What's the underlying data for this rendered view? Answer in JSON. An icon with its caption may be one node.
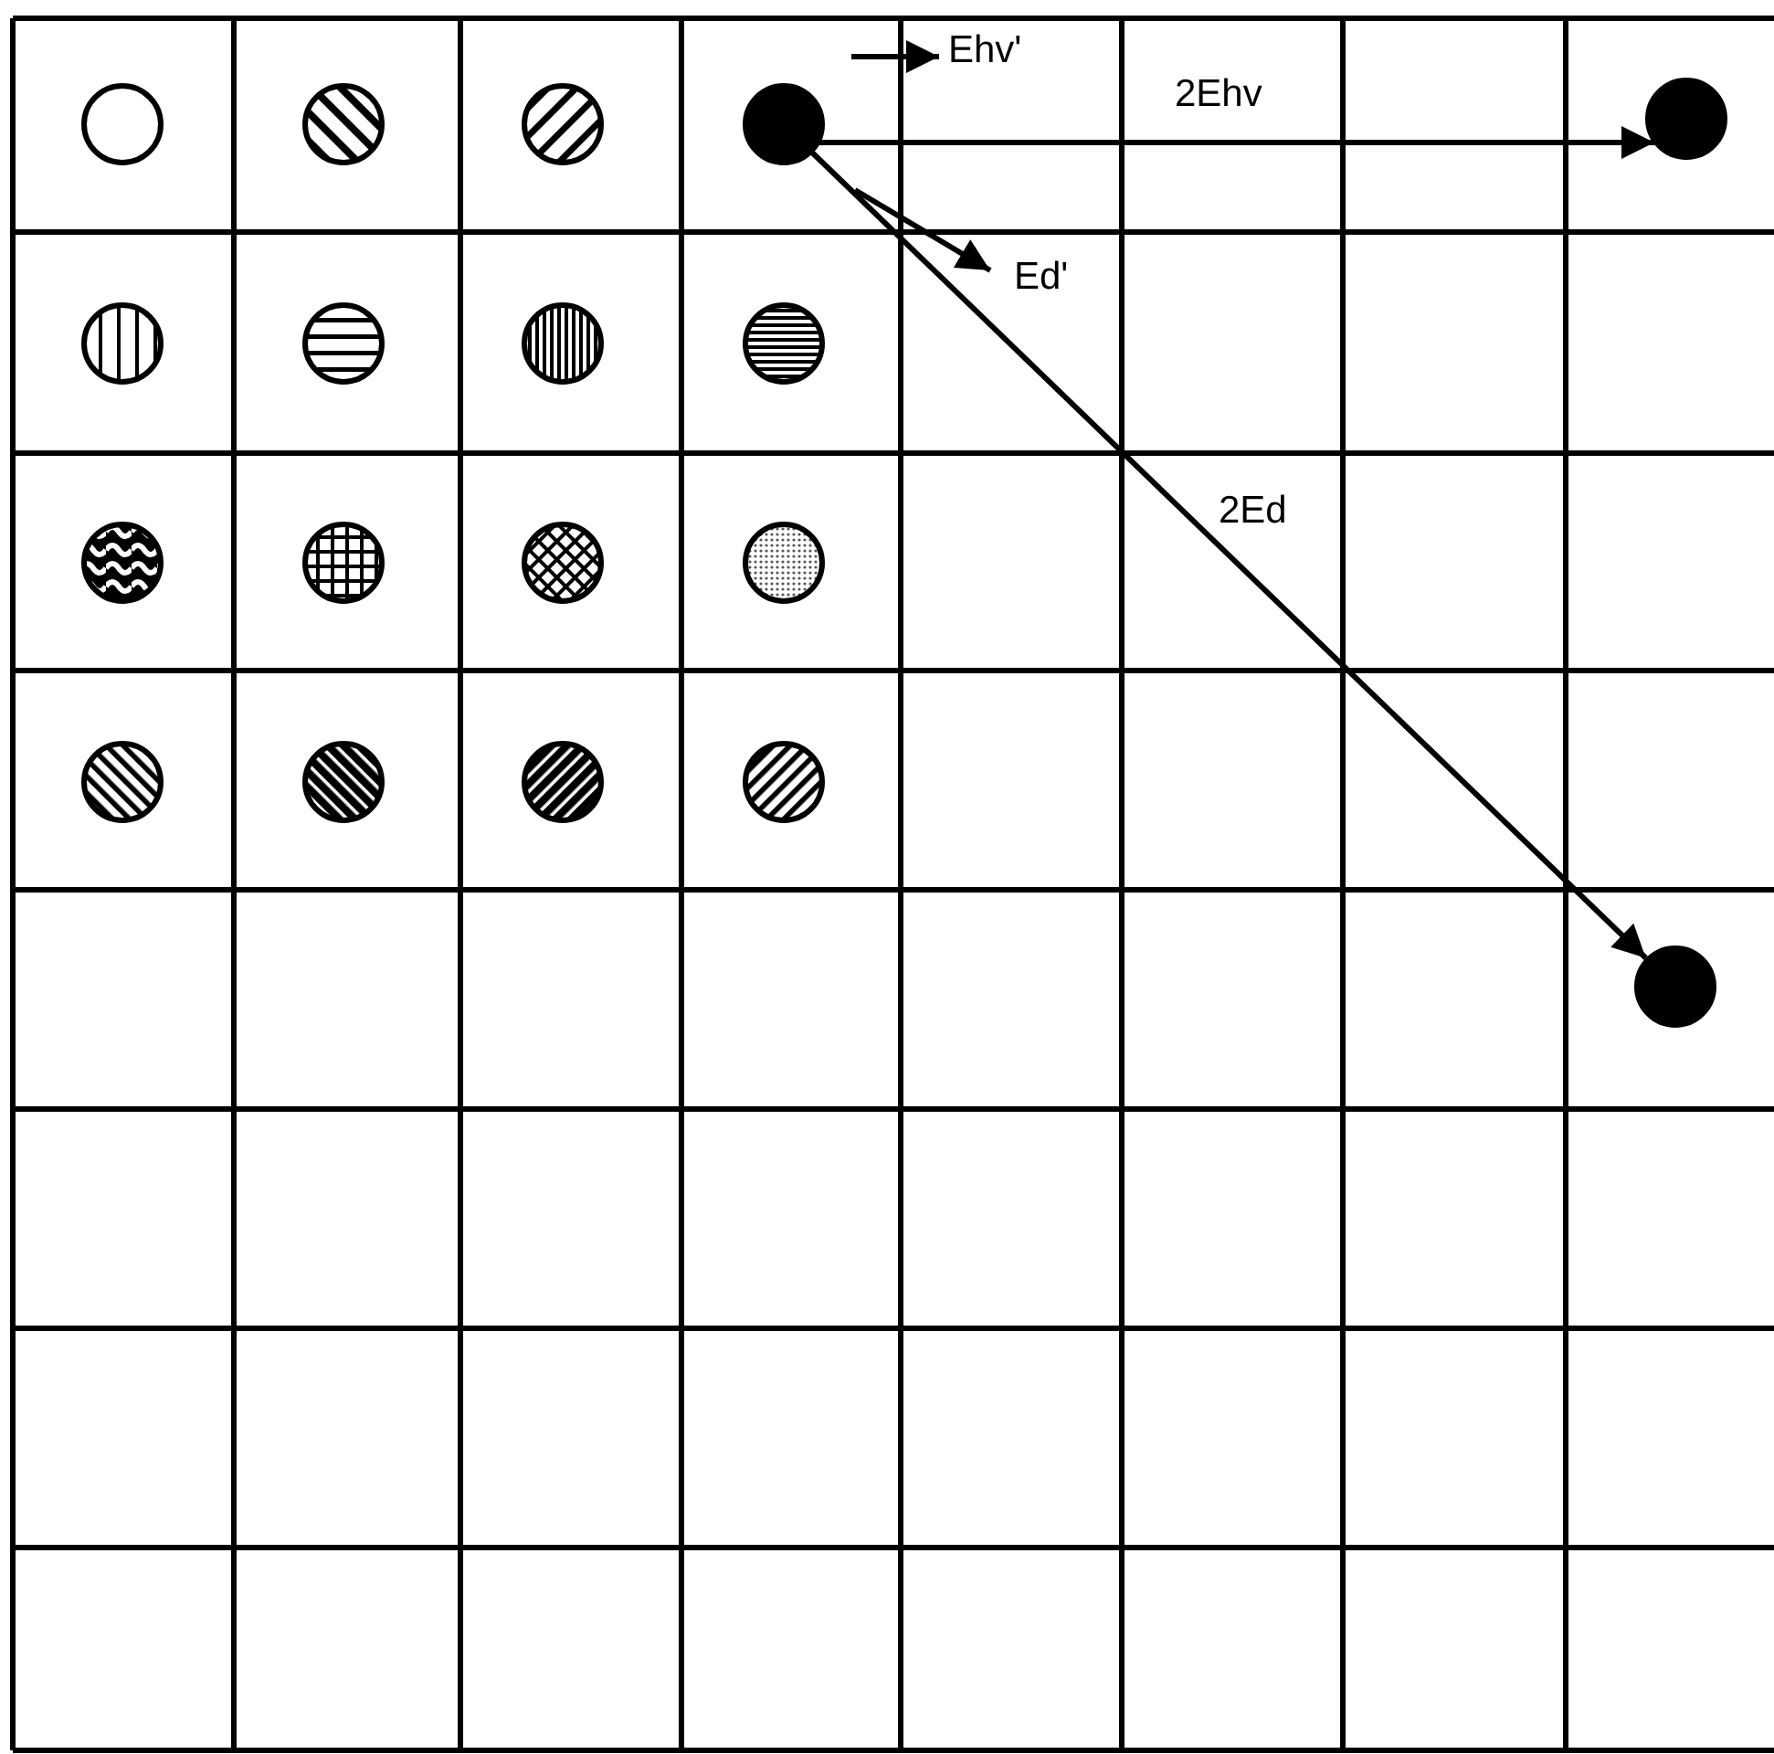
{
  "diagram": {
    "nodes": [
      {
        "text": [],
        "shape": "circle"
      },
      {
        "text": [],
        "shape": "circle"
      },
      {
        "text": [],
        "shape": "circle"
      },
      {
        "text": [],
        "shape": "circle"
      },
      {
        "text": [],
        "shape": "circle"
      },
      {
        "text": [],
        "shape": "circle"
      },
      {
        "text": [],
        "shape": "circle"
      },
      {
        "text": [],
        "shape": "circle"
      },
      {
        "text": [],
        "shape": "circle"
      },
      {
        "text": [],
        "shape": "circle"
      },
      {
        "text": [],
        "shape": "circle"
      },
      {
        "text": [],
        "shape": "circle"
      },
      {
        "text": [],
        "shape": "circle"
      },
      {
        "text": [],
        "shape": "circle"
      },
      {
        "text": [],
        "shape": "circle"
      },
      {
        "text": [],
        "shape": "circle"
      },
      {
        "text": [],
        "shape": "circle"
      },
      {
        "text": [],
        "shape": "circle"
      }
    ],
    "edges": [
      {
        "from": 3,
        "to": 16,
        "arrow": "to",
        "label": "2Ehv"
      },
      {
        "from": 3,
        "to": 17,
        "arrow": "to",
        "label": "2Ed"
      }
    ],
    "labels": [
      "Ehv'",
      "Ed'"
    ]
  }
}
